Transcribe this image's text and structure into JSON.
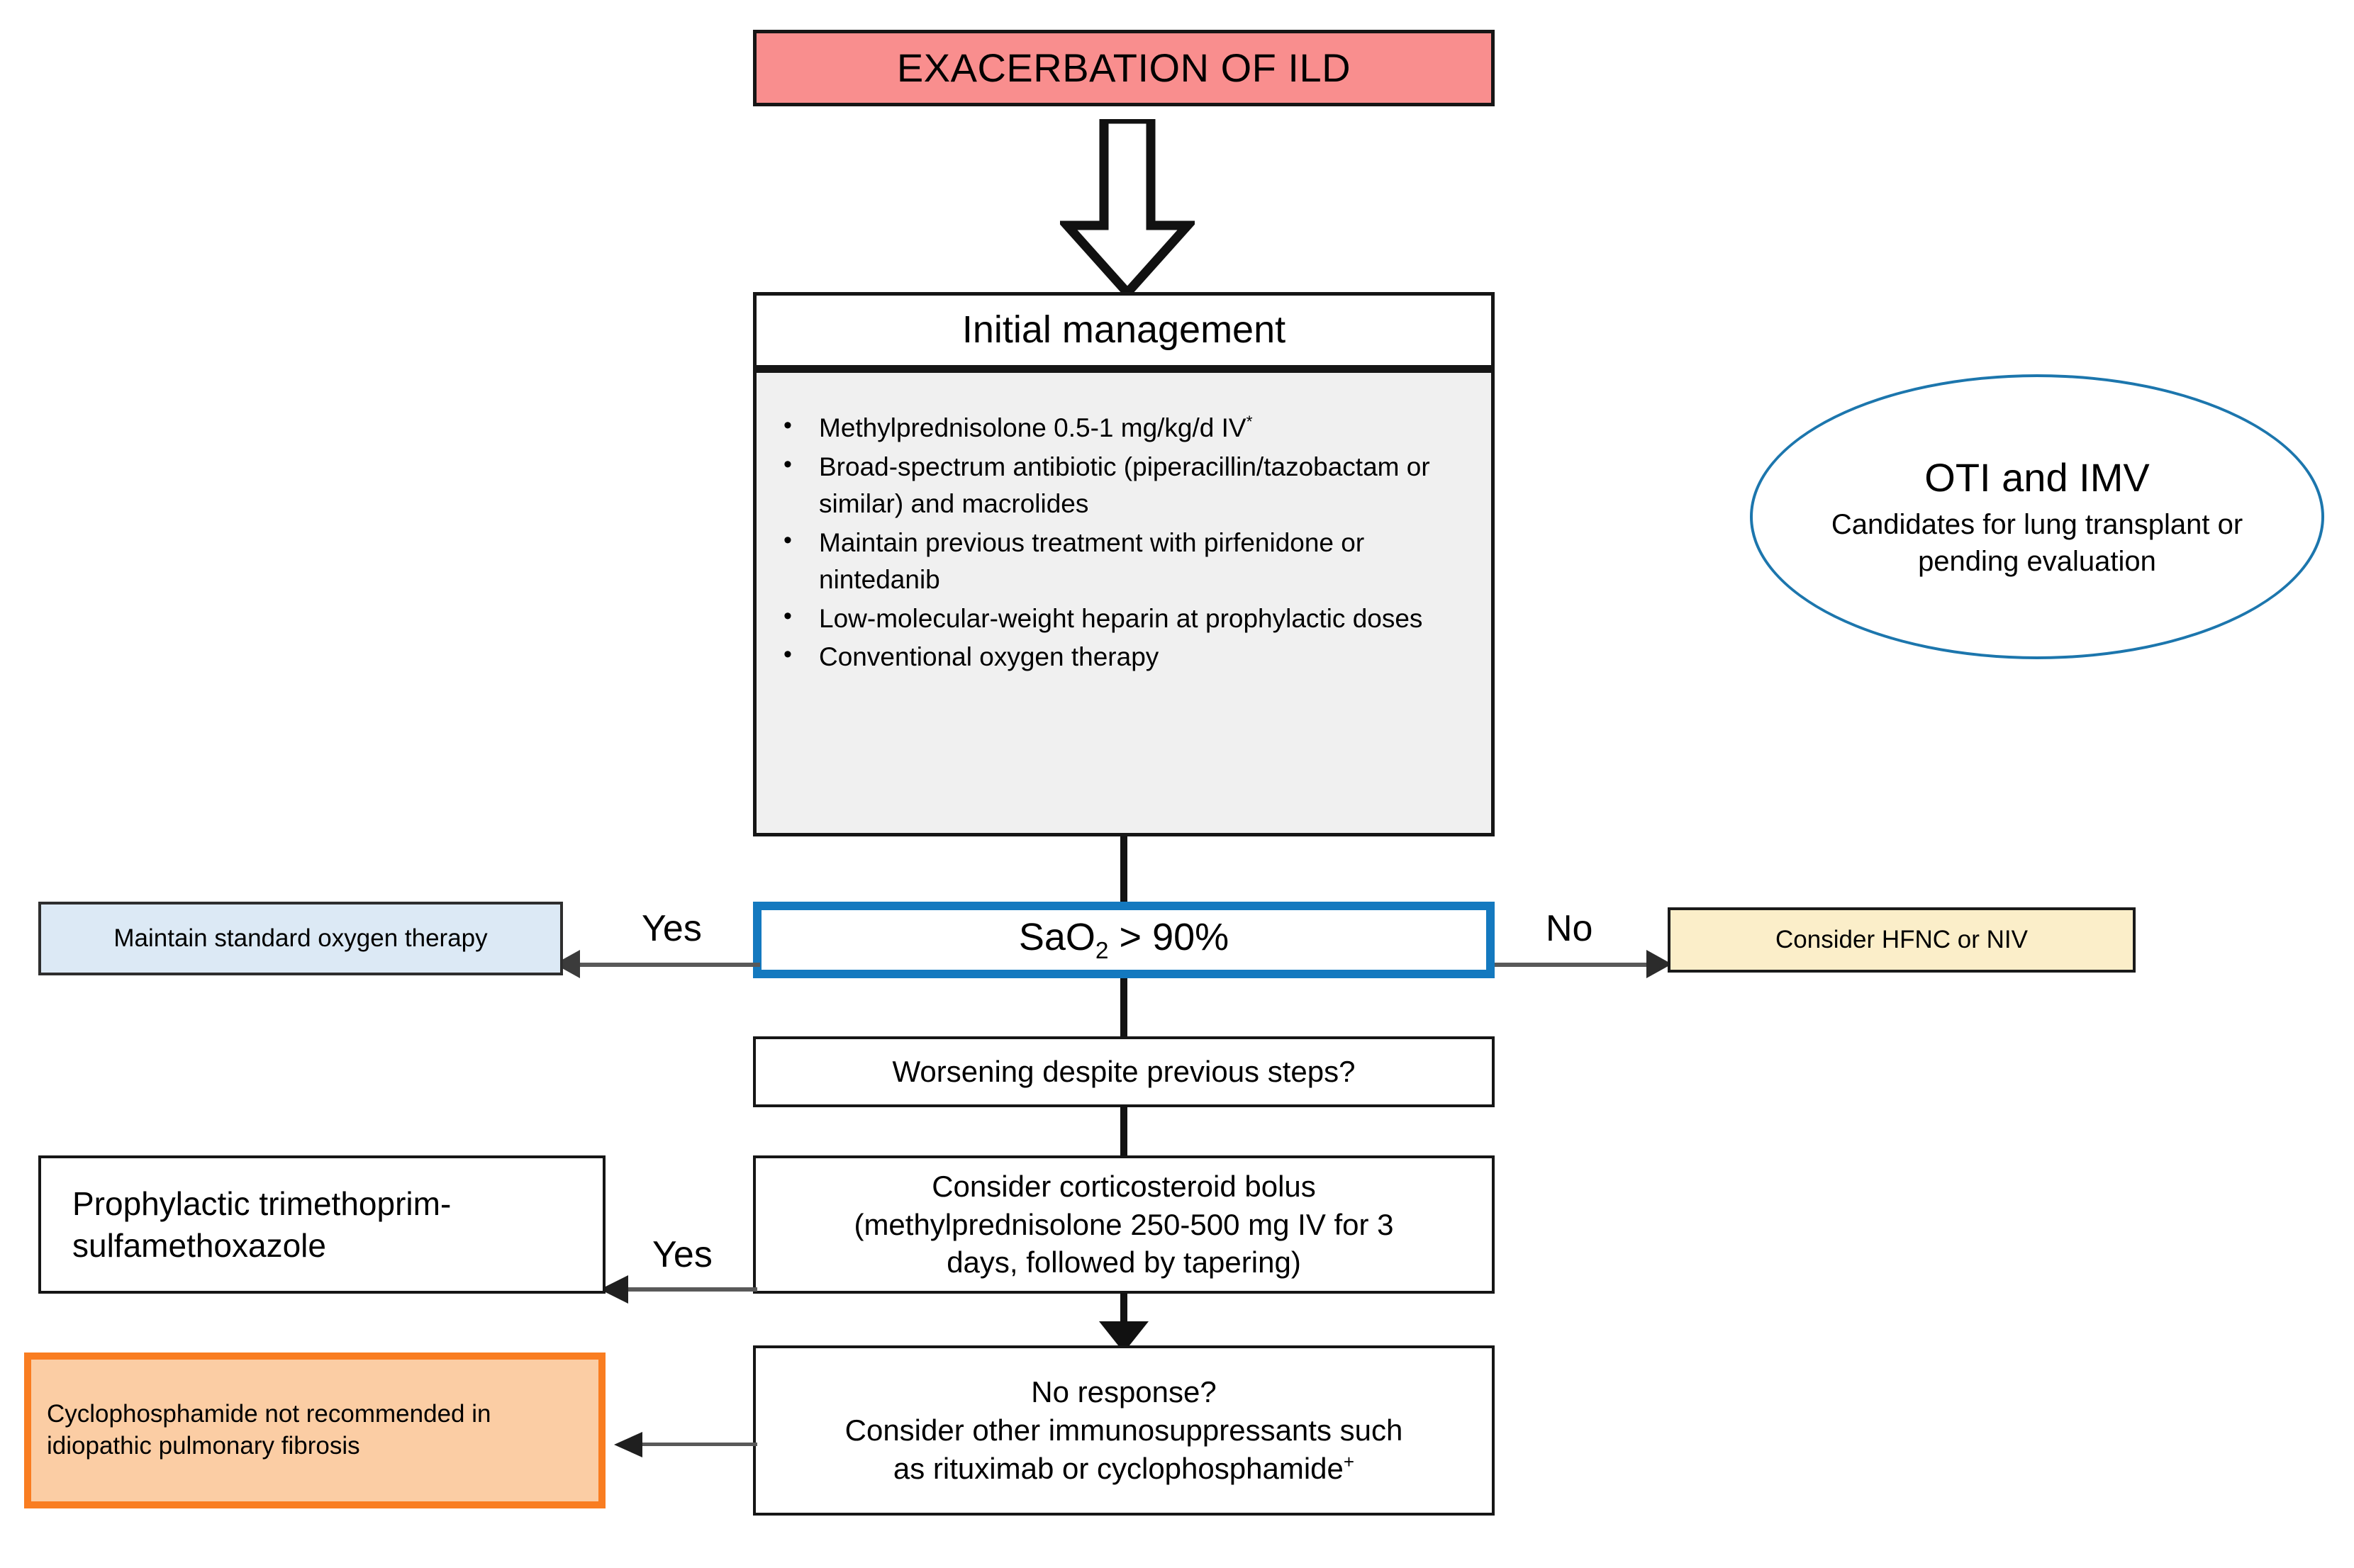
{
  "title_box": {
    "label": "EXACERBATION OF ILD",
    "fill": "#f98e8e"
  },
  "initial_management": {
    "header": "Initial management",
    "bullets": [
      {
        "text": "Methylprednisolone 0.5-1 mg/kg/d IV",
        "sup": "*"
      },
      {
        "text": "Broad-spectrum antibiotic (piperacillin/tazobactam or similar) and macrolides",
        "sup": ""
      },
      {
        "text": "Maintain previous treatment with pirfenidone or nintedanib",
        "sup": ""
      },
      {
        "text": "Low-molecular-weight heparin at prophylactic doses",
        "sup": ""
      },
      {
        "text": "Conventional oxygen therapy",
        "sup": ""
      }
    ],
    "body_fill": "#f0f0f0"
  },
  "decision_sao2": {
    "prefix": "SaO",
    "subscript": "2",
    "suffix": " > 90%",
    "border_color": "#1479bf"
  },
  "branches": {
    "yes_oxygen": "Yes",
    "no_hfnc": "No",
    "yes_tmp": "Yes"
  },
  "oxygen_box": {
    "label": "Maintain standard oxygen therapy",
    "fill": "#dce9f5"
  },
  "hfnc_box": {
    "label": "Consider HFNC or NIV",
    "fill": "#fbeec9"
  },
  "worsening_box": {
    "label": "Worsening despite previous steps?"
  },
  "bolus_box": {
    "line1": "Consider corticosteroid bolus",
    "line2": "(methylprednisolone 250-500 mg IV for 3",
    "line3": "days, followed by tapering)"
  },
  "tmp_box": {
    "line1": "Prophylactic trimethoprim-",
    "line2": "sulfamethoxazole"
  },
  "noresponse_box": {
    "line1": "No response?",
    "line2": "Consider other immunosuppressants such",
    "line3": "as rituximab or cyclophosphamide",
    "sup": "+"
  },
  "cyclo_box": {
    "line1": "Cyclophosphamide not recommended in",
    "line2": "idiopathic pulmonary fibrosis",
    "fill": "#fbcda4",
    "border": "#f97d21"
  },
  "oti_ellipse": {
    "title": "OTI and IMV",
    "sub_line1": "Candidates for lung transplant or",
    "sub_line2": "pending evaluation",
    "border_color": "#1c76ad"
  }
}
